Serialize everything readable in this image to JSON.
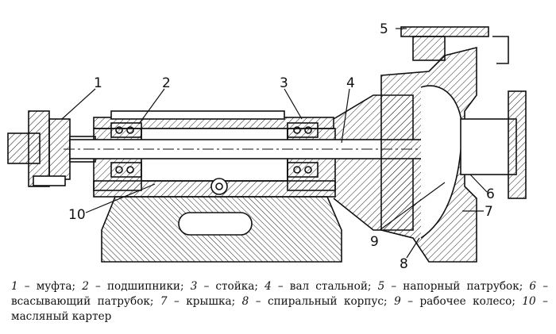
{
  "callouts": [
    "1",
    "2",
    "3",
    "4",
    "5",
    "6",
    "7",
    "8",
    "9",
    "10"
  ],
  "legend": [
    {
      "num": "1",
      "text": " – муфта; "
    },
    {
      "num": "2",
      "text": " – подшипники; "
    },
    {
      "num": "3",
      "text": " – стойка; "
    },
    {
      "num": "4",
      "text": " – вал стальной; "
    },
    {
      "num": "5",
      "text": " – напорный патрубок; "
    },
    {
      "num": "6",
      "text": " – всасывающий патрубок; "
    },
    {
      "num": "7",
      "text": " – крышка; "
    },
    {
      "num": "8",
      "text": " – спиральный корпус; "
    },
    {
      "num": "9",
      "text": " – рабочее колесо; "
    },
    {
      "num": "10",
      "text": " – масляный картер"
    }
  ]
}
